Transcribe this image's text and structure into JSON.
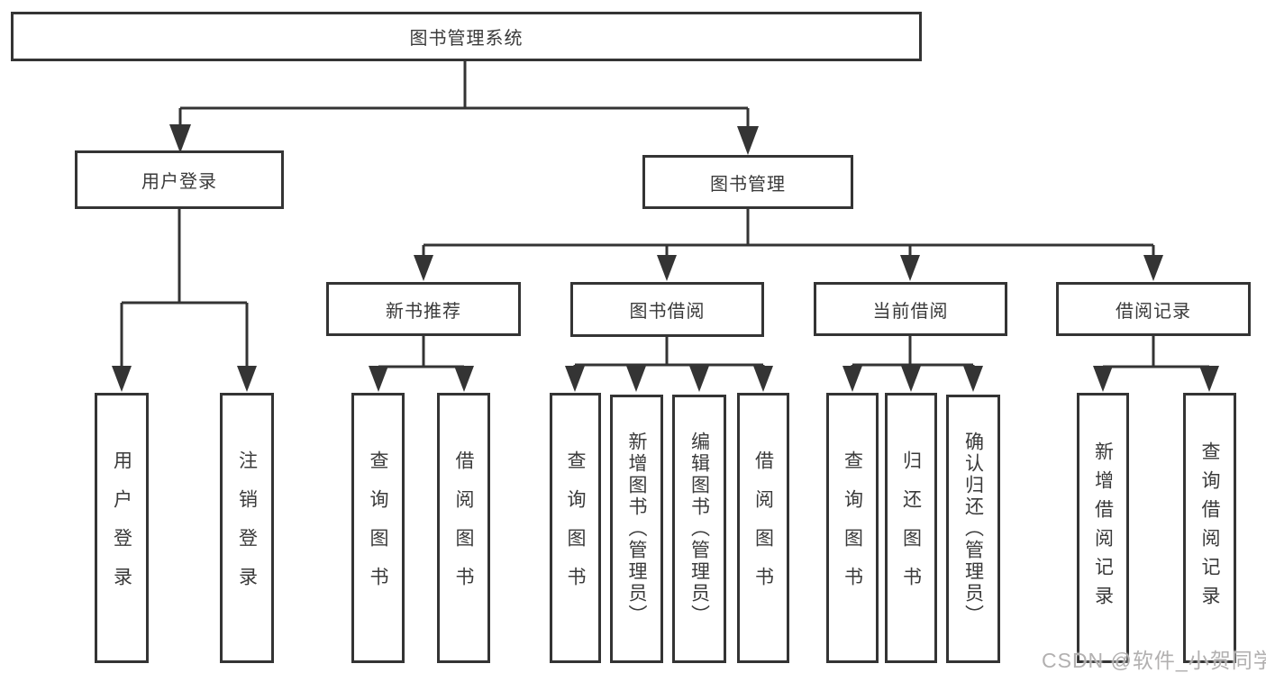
{
  "diagram": {
    "type": "hierarchy-tree",
    "colors": {
      "line": "#343434",
      "box_border": "#343434",
      "box_background": "#ffffff",
      "text": "#3a3a3a",
      "watermark": "#b2b0b0"
    },
    "root": {
      "label": "图书管理系统"
    },
    "level2": [
      {
        "label": "用户登录",
        "parent": "图书管理系统"
      },
      {
        "label": "图书管理",
        "parent": "图书管理系统"
      }
    ],
    "level3": [
      {
        "label": "新书推荐",
        "parent": "图书管理"
      },
      {
        "label": "图书借阅",
        "parent": "图书管理"
      },
      {
        "label": "当前借阅",
        "parent": "图书管理"
      },
      {
        "label": "借阅记录",
        "parent": "图书管理"
      }
    ],
    "leaves": [
      {
        "label": "用户登录",
        "parent": "用户登录"
      },
      {
        "label": "注销登录",
        "parent": "用户登录"
      },
      {
        "label": "查询图书",
        "parent": "新书推荐"
      },
      {
        "label": "借阅图书",
        "parent": "新书推荐"
      },
      {
        "label": "查询图书",
        "parent": "图书借阅"
      },
      {
        "label": "新增图书（管理员）",
        "parent": "图书借阅"
      },
      {
        "label": "编辑图书（管理员）",
        "parent": "图书借阅"
      },
      {
        "label": "借阅图书",
        "parent": "图书借阅"
      },
      {
        "label": "查询图书",
        "parent": "当前借阅"
      },
      {
        "label": "归还图书",
        "parent": "当前借阅"
      },
      {
        "label": "确认归还（管理员）",
        "parent": "当前借阅"
      },
      {
        "label": "新增借阅记录",
        "parent": "借阅记录"
      },
      {
        "label": "查询借阅记录",
        "parent": "借阅记录"
      }
    ],
    "watermark": "CSDN @软件_小贺同学"
  }
}
